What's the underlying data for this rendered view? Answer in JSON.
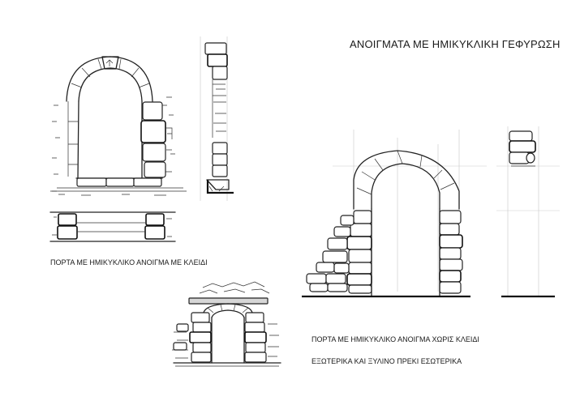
{
  "sheet": {
    "title": "ΑΝΟΙΓΜΑΤΑ ΜΕ ΗΜΙΚΥΚΛΙΚΗ ΓΕΦΥΡΩΣΗ",
    "caption_keystone_door": "ΠΟΡΤΑ ΜΕ ΗΜΙΚΥΚΛΙΚΟ ΑΝΟΙΓΜΑ ΜΕ ΚΛΕΙΔΙ",
    "caption_no_key_door_line1": "ΠΟΡΤΑ ΜΕ ΗΜΙΚΥΚΛΙΚΟ ΑΝΟΙΓΜΑ ΧΩΡΙΣ ΚΛΕΙΔΙ",
    "caption_no_key_door_line2": "ΕΞΩΤΕΡΙΚΑ ΚΑΙ ΞΥΛΙΝΟ ΠΡΕΚΙ ΕΣΩΤΕΡΙΚΑ"
  },
  "drawings": [
    {
      "id": "keystone-door-elevation",
      "view": "elevation"
    },
    {
      "id": "keystone-door-section",
      "view": "section"
    },
    {
      "id": "keystone-door-plan",
      "view": "plan"
    },
    {
      "id": "lintel-door-interior-elevation",
      "view": "elevation"
    },
    {
      "id": "no-key-door-elevation",
      "view": "elevation"
    },
    {
      "id": "no-key-door-section",
      "view": "section"
    }
  ],
  "colors": {
    "ink": "#1a1a1a",
    "paper": "#ffffff",
    "guide_line": "#c9c9c9",
    "timber_lintel": "#d6d6d6"
  }
}
